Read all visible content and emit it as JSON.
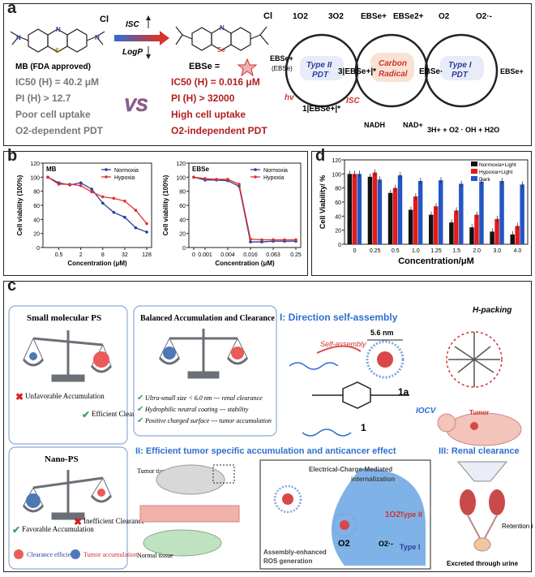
{
  "panel_a": {
    "label": "a",
    "mb": {
      "cl": "Cl",
      "name": "MB (FDA approved)",
      "ic50": "IC50 (H) = 40.2 μM",
      "pi": "PI (H) > 12.7",
      "uptake": "Poor cell uptake",
      "pdt": "O2-dependent PDT"
    },
    "arrow_isc": "ISC",
    "arrow_logp": "LogP",
    "vs": "VS",
    "ebse": {
      "name": "EBSe =",
      "cl": "Cl",
      "ic50": "IC50 (H) = 0.016 μM",
      "pi": "PI (H) > 32000",
      "uptake": "High cell uptake",
      "pdt": "O2-independent PDT"
    },
    "cycle": {
      "o2_singlet": "1O2",
      "o2_triplet": "3O2",
      "ebse_plus": "EBSe+",
      "ebse_2plus": "EBSe2+",
      "o2": "O2",
      "o2_radical": "O2·-",
      "ebse_plus_left": "EBSe+",
      "ebse_paren": "(EBSe)",
      "type2": "Type II",
      "pdt": "PDT",
      "triplet": "3|EBSe+|*",
      "carbon": "Carbon",
      "radical": "Radical",
      "ebse_dot": "EBSe·",
      "type1": "Type I",
      "pdt2": "PDT",
      "ebse_plus_right": "EBSe+",
      "hv": "hv",
      "singlet": "1|EBSe+|*",
      "isc": "ISC",
      "nadh": "NADH",
      "nad": "NAD+",
      "eq": "3H+ + O2 · OH + H2O"
    }
  },
  "panel_b": {
    "label": "b",
    "ylabel": "Cell viability (100%)",
    "xlabel": "Concentration (μM)"
  },
  "panel_d": {
    "label": "d",
    "ylabel": "Cell Viability/ %",
    "xlabel": "Concentration/μM"
  },
  "panel_c": {
    "label": "c",
    "small_ps": "Small molecular PS",
    "unfav": "Unfavorable Accumulation",
    "efficient": "Efficient Clearance",
    "nano_ps": "Nano-PS",
    "favorable": "Favorable Accumulation",
    "inefficient": "Inefficient Clearance",
    "legend_clear": "Clearance efficiency",
    "legend_tumor": "Tumor accumulation",
    "balanced": "Balanced Accumulation and Clearance",
    "check1": "Ultra-small size < 6.0 nm --- renal clearance",
    "check2": "Hydrophilic neutral coating --- stability",
    "check3": "Positive charged surface --- tumor accumulation",
    "dir_title": "I:  Direction self-assembly",
    "size": "5.6 nm",
    "self_assembly": "Self-assembly",
    "h_packing": "H-packing",
    "compound": "1",
    "compound_1a": "1a",
    "iocv": "IOCV",
    "tumor": "Tumor",
    "eff_title": "II: Efficient tumor specific accumulation and anticancer effect",
    "renal_title": "III: Renal clearance",
    "tumor_tissue": "Tumor tissue",
    "normal_tissue": "Normal tissue",
    "electrical": "Electrical-Charge-Mediated",
    "internalization": "internalization",
    "o2_singlet": "1O2",
    "type2": "Type II",
    "o2_big": "O2",
    "o2_rad": "O2·-",
    "type1": "Type I",
    "assembly_enh": "Assembly-enhanced",
    "ros": "ROS generation",
    "retention": "Retention in kidney",
    "excreted": "Excreted through urine"
  },
  "chart_data": [
    {
      "type": "line",
      "panel": "b",
      "title": "MB",
      "x": [
        "0.5",
        "2",
        "8",
        "32",
        "128"
      ],
      "xlabel": "Concentration (μM)",
      "ylabel": "Cell viability (100%)",
      "ylim": [
        0,
        120
      ],
      "yticks": [
        0,
        20,
        40,
        60,
        80,
        100,
        120
      ],
      "legend_position": "top-right",
      "series": [
        {
          "name": "Normoxia",
          "color": "#2a3f9a",
          "points": [
            [
              0.25,
              100
            ],
            [
              0.5,
              92
            ],
            [
              1,
              89
            ],
            [
              2,
              92
            ],
            [
              4,
              83
            ],
            [
              8,
              63
            ],
            [
              16,
              50
            ],
            [
              32,
              43
            ],
            [
              64,
              28
            ],
            [
              128,
              22
            ]
          ]
        },
        {
          "name": "Hypoxia",
          "color": "#e03030",
          "points": [
            [
              0.25,
              100
            ],
            [
              0.5,
              90
            ],
            [
              1,
              90
            ],
            [
              2,
              88
            ],
            [
              4,
              79
            ],
            [
              8,
              72
            ],
            [
              16,
              70
            ],
            [
              32,
              66
            ],
            [
              64,
              53
            ],
            [
              128,
              34
            ]
          ]
        }
      ]
    },
    {
      "type": "line",
      "panel": "b",
      "title": "EBSe",
      "x": [
        "0",
        "0.001",
        "0.004",
        "0.016",
        "0.063",
        "0.25"
      ],
      "xlabel": "Concentration (μM)",
      "ylabel": "Cell viability (100%)",
      "ylim": [
        0,
        120
      ],
      "yticks": [
        0,
        20,
        40,
        60,
        80,
        100,
        120
      ],
      "legend_position": "top-right",
      "series": [
        {
          "name": "Normoxia",
          "color": "#2a3f9a",
          "points": [
            [
              0,
              100
            ],
            [
              0.001,
              96
            ],
            [
              0.002,
              96
            ],
            [
              0.004,
              95
            ],
            [
              0.008,
              87
            ],
            [
              0.016,
              8
            ],
            [
              0.032,
              8
            ],
            [
              0.063,
              9
            ],
            [
              0.125,
              9
            ],
            [
              0.25,
              9
            ]
          ]
        },
        {
          "name": "Hypoxia",
          "color": "#e03030",
          "points": [
            [
              0,
              100
            ],
            [
              0.001,
              98
            ],
            [
              0.002,
              97
            ],
            [
              0.004,
              97
            ],
            [
              0.008,
              90
            ],
            [
              0.016,
              12
            ],
            [
              0.032,
              11
            ],
            [
              0.063,
              11
            ],
            [
              0.125,
              11
            ],
            [
              0.25,
              11
            ]
          ]
        }
      ]
    },
    {
      "type": "bar",
      "panel": "d",
      "categories": [
        "0",
        "0.25",
        "0.5",
        "1.0",
        "1.25",
        "1.5",
        "2.0",
        "3.0",
        "4.0"
      ],
      "xlabel": "Concentration/μM",
      "ylabel": "Cell Viability/ %",
      "ylim": [
        0,
        120
      ],
      "yticks": [
        0,
        20,
        40,
        60,
        80,
        100,
        120
      ],
      "legend_position": "top-right",
      "series": [
        {
          "name": "Normoxia+Light",
          "color": "#111111",
          "values": [
            100,
            96,
            73,
            49,
            42,
            31,
            24,
            18,
            14
          ]
        },
        {
          "name": "Hypoxia+Light",
          "color": "#e21a1a",
          "values": [
            100,
            102,
            80,
            68,
            54,
            48,
            42,
            36,
            26
          ]
        },
        {
          "name": "Dark",
          "color": "#2356c4",
          "values": [
            100,
            92,
            98,
            90,
            91,
            86,
            89,
            90,
            85
          ]
        }
      ]
    }
  ]
}
